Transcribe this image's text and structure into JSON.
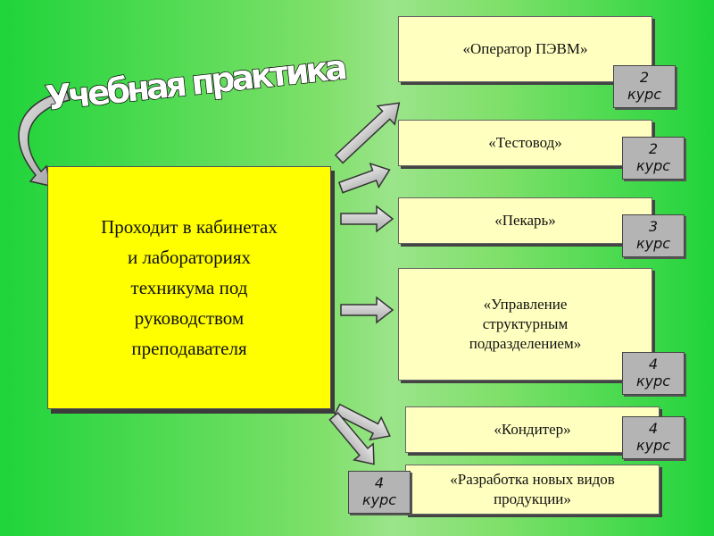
{
  "title": "Учебная практика",
  "main_box": {
    "lines": [
      "Проходит в кабинетах",
      "и лабораториях",
      "техникума под",
      "руководством",
      "преподавателя"
    ]
  },
  "items": [
    {
      "label": "«Оператор ПЭВМ»",
      "badge_num": "2",
      "badge_unit": "курс"
    },
    {
      "label": "«Тестовод»",
      "badge_num": "2",
      "badge_unit": "курс"
    },
    {
      "label": "«Пекарь»",
      "badge_num": "3",
      "badge_unit": "курс"
    },
    {
      "label_lines": [
        "«Управление",
        "структурным",
        "подразделением»"
      ],
      "badge_num": "4",
      "badge_unit": "курс"
    },
    {
      "label": "«Кондитер»",
      "badge_num": "4",
      "badge_unit": "курс"
    },
    {
      "label_lines": [
        "«Разработка новых видов",
        "продукции»"
      ],
      "badge_num": "4",
      "badge_unit": "курс"
    }
  ],
  "colors": {
    "main_box": "#ffff00",
    "item_box": "#ffffc0",
    "badge": "#b4b4b4",
    "arrow": "#c8c8c8"
  }
}
